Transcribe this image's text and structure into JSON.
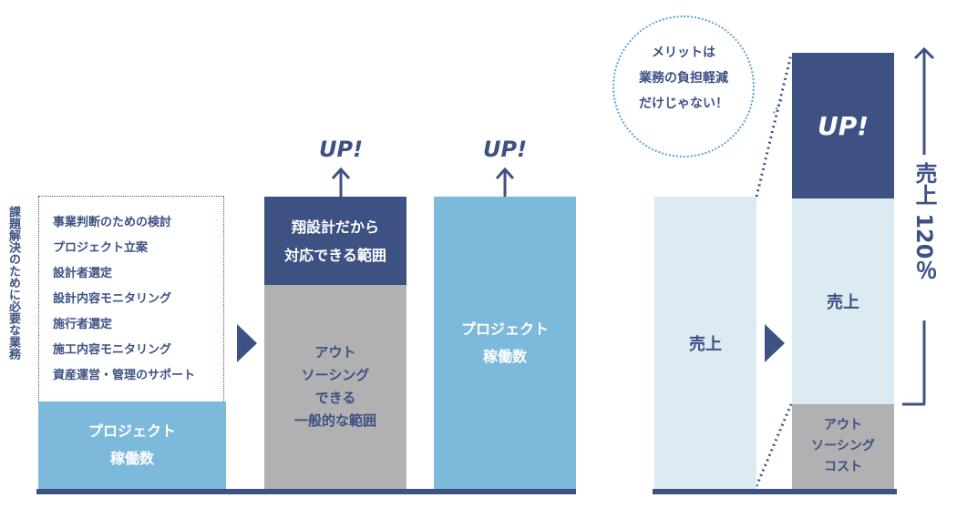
{
  "left": {
    "vertical_heading": "課題解決のために必要な業務",
    "task_list": [
      "事業判断のための検討",
      "プロジェクト立案",
      "設計者選定",
      "設計内容モニタリング",
      "施行者選定",
      "施工内容モニタリング",
      "資産運営・管理のサポート"
    ],
    "col1_bottom_label": "プロジェクト\n稼働数",
    "col2_top_label": "翔設計だから\n対応できる範囲",
    "col2_bottom_label": "アウト\nソーシング\nできる\n一般的な範囲",
    "col3_label": "プロジェクト\n稼働数",
    "up_label_1": "UP!",
    "up_label_2": "UP!"
  },
  "right": {
    "speech_bubble": "メリットは\n業務の負担軽減\nだけじゃない！",
    "before_label": "売上",
    "after_top_label": "UP!",
    "after_mid_label": "売上",
    "after_bottom_label": "アウト\nソーシング\nコスト",
    "growth_label": "売上 120％"
  },
  "colors": {
    "navy": "#3d5183",
    "sky": "#7db9da",
    "pale": "#dceaf2",
    "gray": "#b1b1b1",
    "dots": "#5aa4cf"
  }
}
